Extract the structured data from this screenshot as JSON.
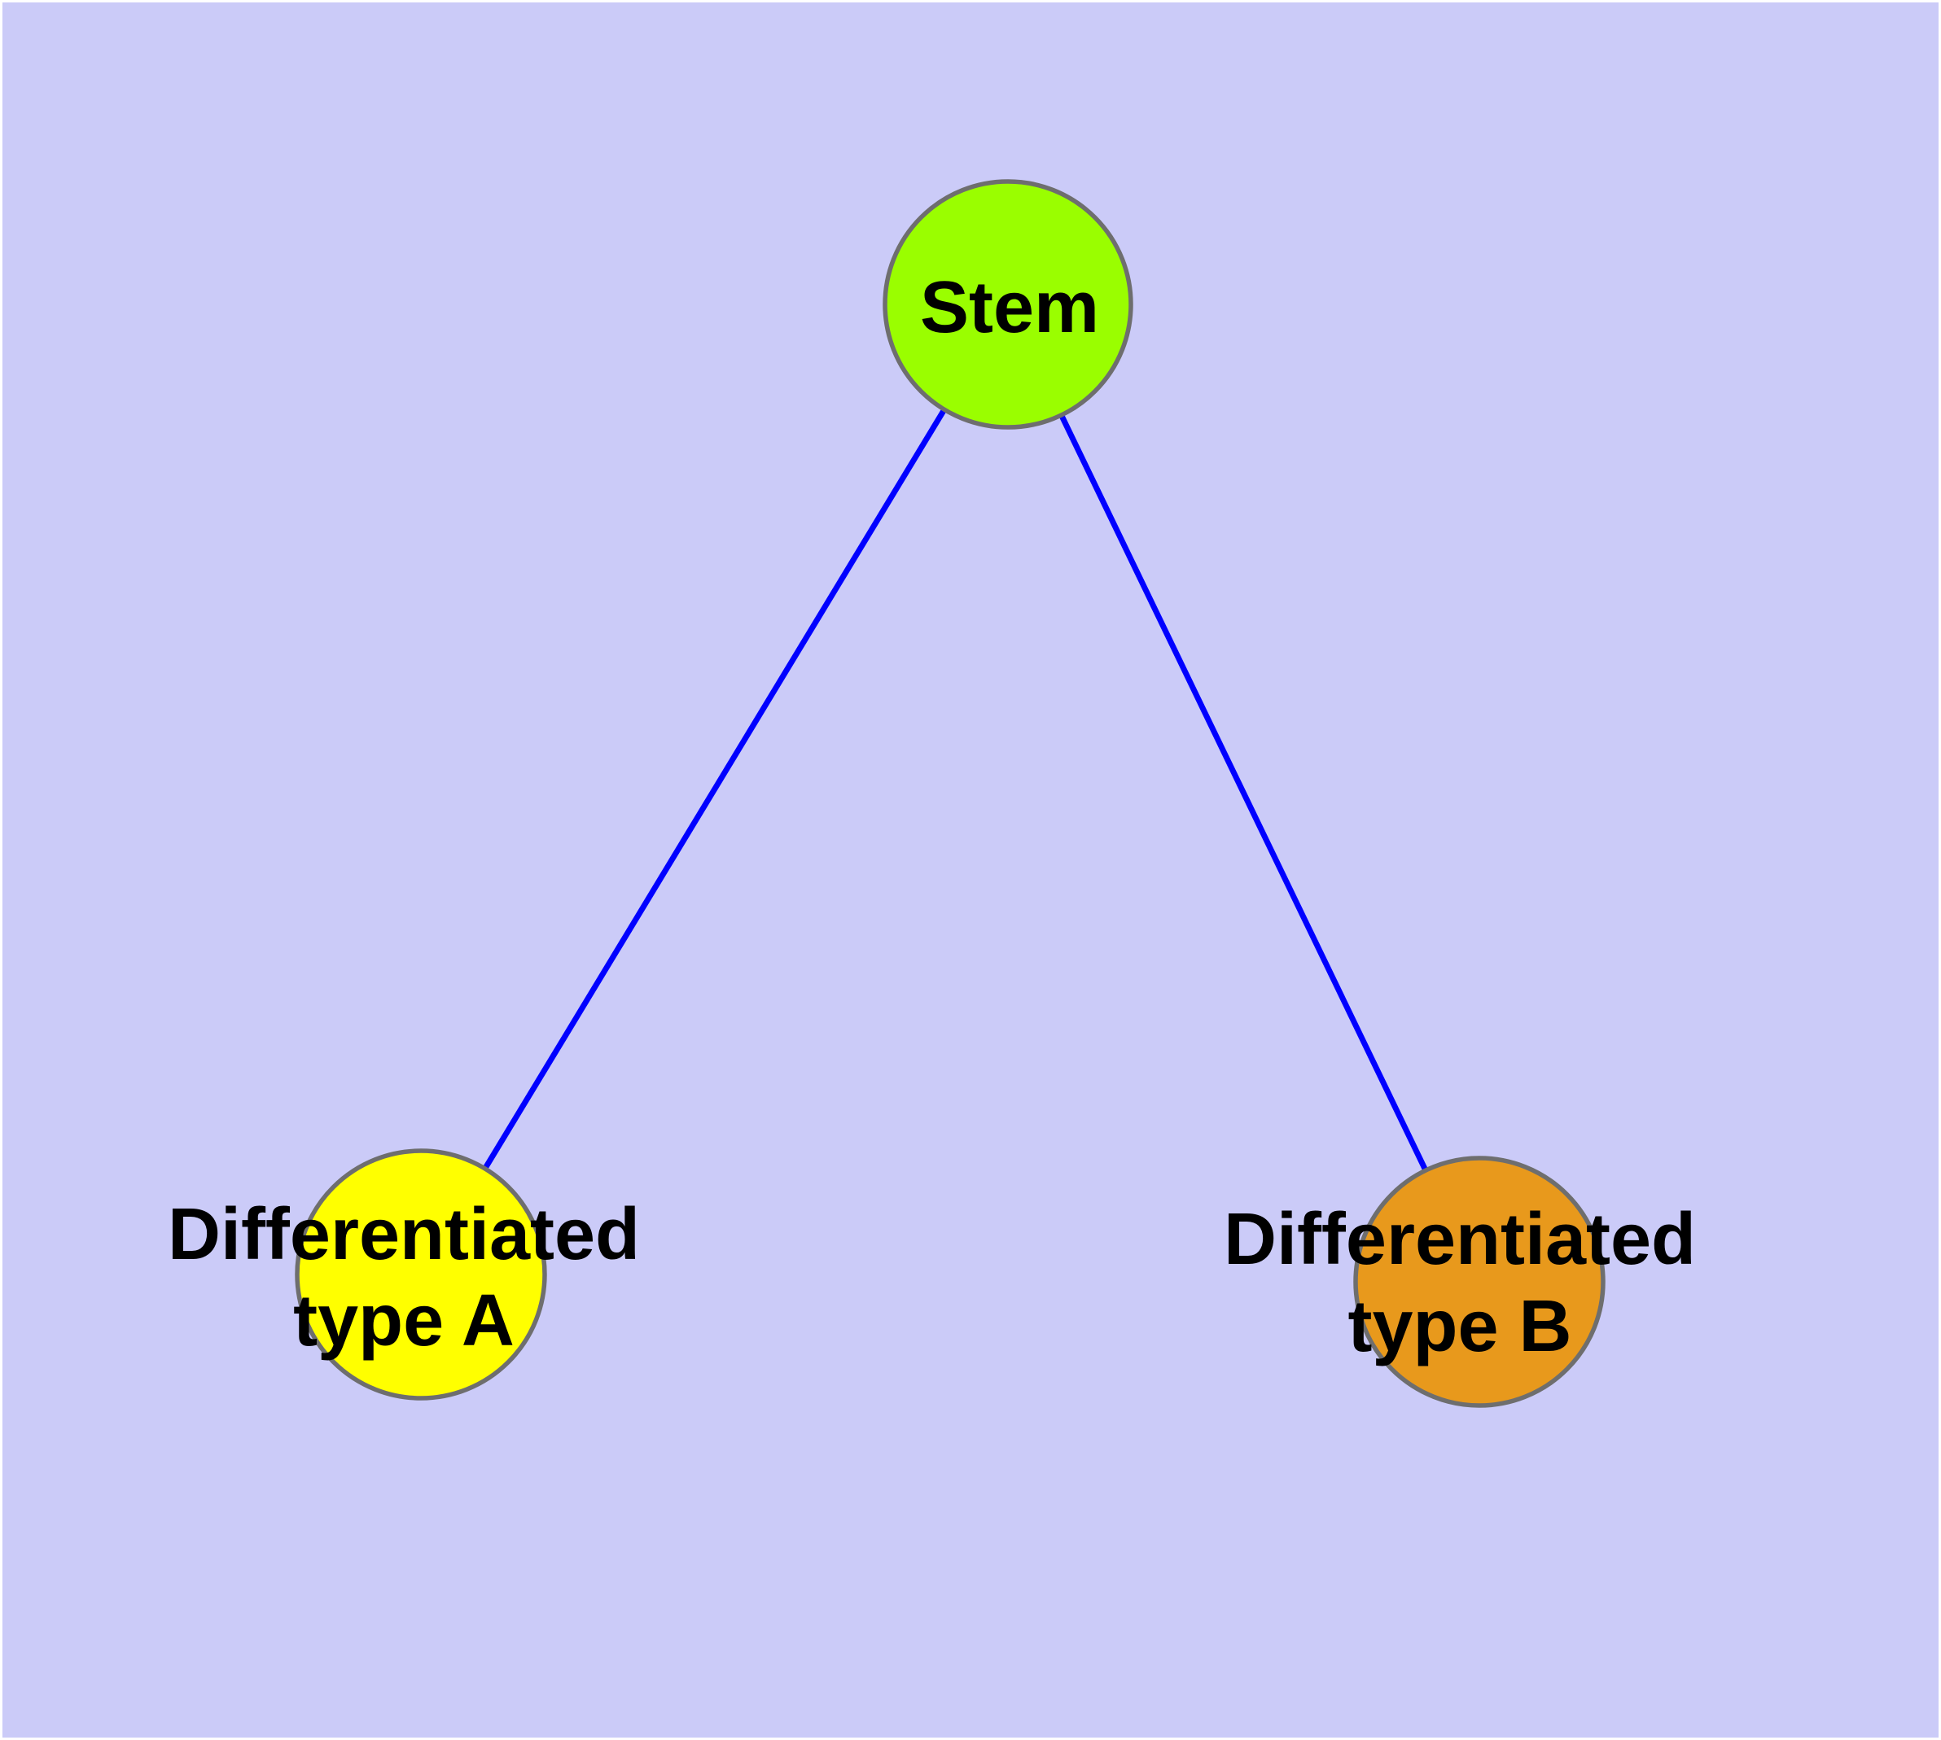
{
  "diagram": {
    "type": "graph",
    "background_color": "#CBCBF8",
    "page_margin_color": "#FFFFFF",
    "edge_color": "#0000FF",
    "node_border_color": "#6E6E6E",
    "text_color": "#000000",
    "nodes": [
      {
        "id": "stem",
        "label": "Stem",
        "fill": "#9AFE00"
      },
      {
        "id": "differentiated-type-a",
        "label": "Differentiated type A",
        "label_line1": "Differentiated",
        "label_line2": "type A",
        "fill": "#FFFF00"
      },
      {
        "id": "differentiated-type-b",
        "label": "Differentiated type B",
        "label_line1": "Differentiated",
        "label_line2": "type B",
        "fill": "#E8991C"
      }
    ],
    "edges": [
      {
        "from": "Stem",
        "to": "Differentiated type A"
      },
      {
        "from": "Stem",
        "to": "Differentiated type B"
      }
    ]
  }
}
